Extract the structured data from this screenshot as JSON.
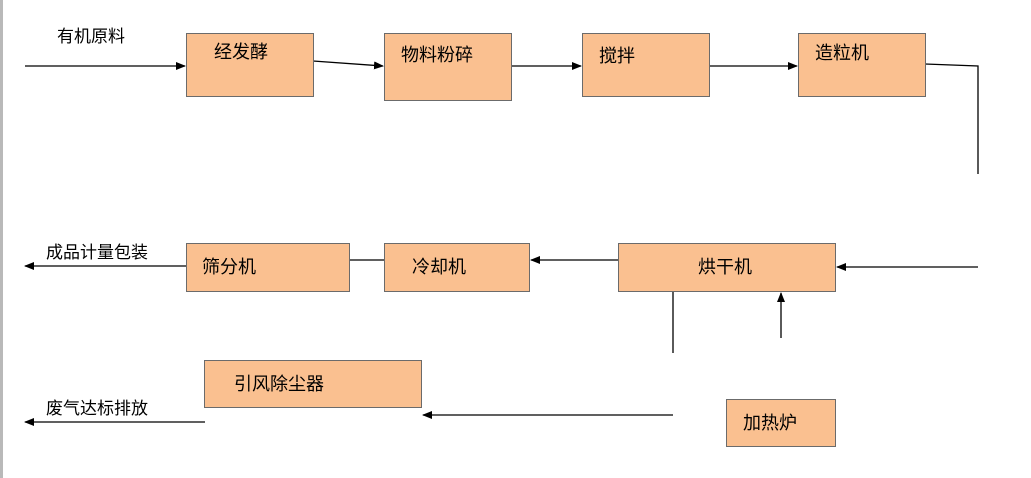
{
  "flow": {
    "input_label": "有机原料",
    "step_ferment": "经发酵",
    "step_crush": "物料粉碎",
    "step_mix": "搅拌",
    "step_granulate": "造粒机",
    "step_dry": "烘干机",
    "step_cool": "冷却机",
    "step_screen": "筛分机",
    "output_label": "成品计量包装",
    "dust_removal": "引风除尘器",
    "heater": "加热炉",
    "exhaust_label": "废气达标排放"
  },
  "colors": {
    "box_fill": "#fac090",
    "box_border": "#6b6b6b",
    "line": "#000000"
  }
}
